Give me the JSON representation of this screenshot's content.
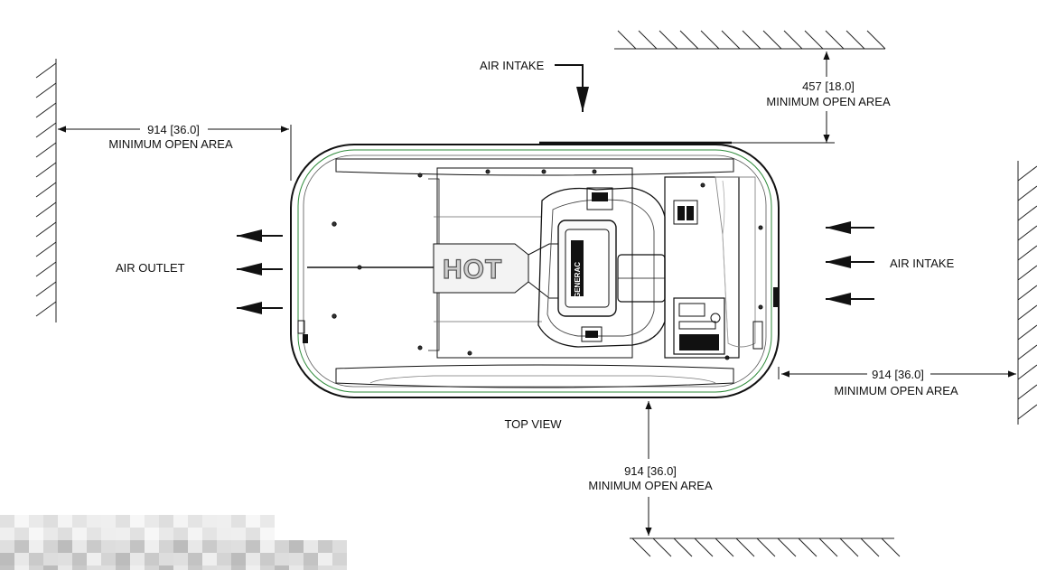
{
  "labels": {
    "air_intake_top": "AIR INTAKE",
    "top_clearance_value": "457 [18.0]",
    "top_clearance_label": "MINIMUM OPEN AREA",
    "left_clearance_value": "914 [36.0]",
    "left_clearance_label": "MINIMUM OPEN AREA",
    "air_outlet": "AIR OUTLET",
    "air_intake_right": "AIR INTAKE",
    "right_clearance_value": "914 [36.0]",
    "right_clearance_label": "MINIMUM OPEN AREA",
    "view_name": "TOP VIEW",
    "bottom_clearance_value": "914 [36.0]",
    "bottom_clearance_label": "MINIMUM OPEN AREA",
    "hot_warning": "HOT",
    "brand": "GENERAC"
  },
  "colors": {
    "line": "#111111",
    "accent": "#2e8b3a"
  }
}
